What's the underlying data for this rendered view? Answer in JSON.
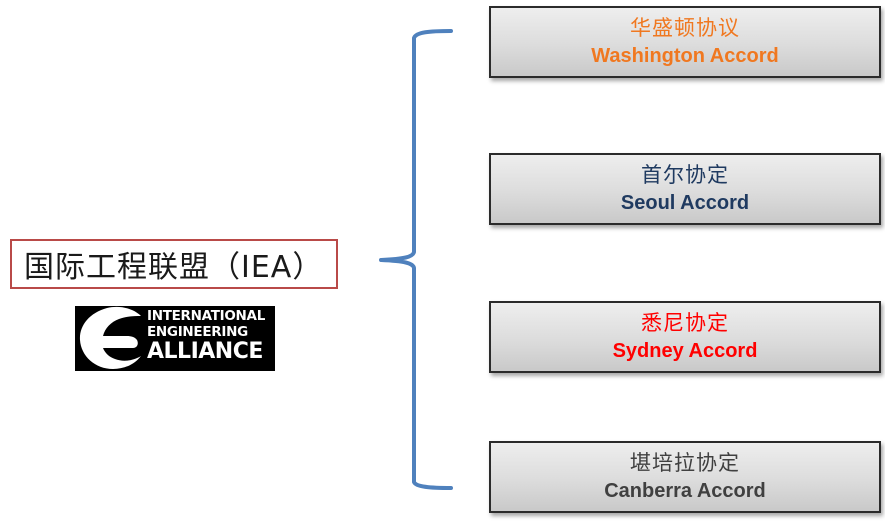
{
  "root": {
    "label": "国际工程联盟（IEA）",
    "border_color": "#b94a48"
  },
  "logo": {
    "icon": "iea-logo-e-icon",
    "line1": "INTERNATIONAL",
    "line2": "ENGINEERING",
    "line3": "ALLIANCE"
  },
  "bracket": {
    "icon": "curly-brace-icon",
    "color": "#4f81bd"
  },
  "accords": [
    {
      "zh": "华盛顿协议",
      "en": "Washington Accord",
      "color": "#f07820"
    },
    {
      "zh": "首尔协定",
      "en": "Seoul Accord",
      "color": "#1f3a60"
    },
    {
      "zh": "悉尼协定",
      "en": "Sydney Accord",
      "color": "#ff0000"
    },
    {
      "zh": "堪培拉协定",
      "en": "Canberra Accord",
      "color": "#404040"
    }
  ]
}
